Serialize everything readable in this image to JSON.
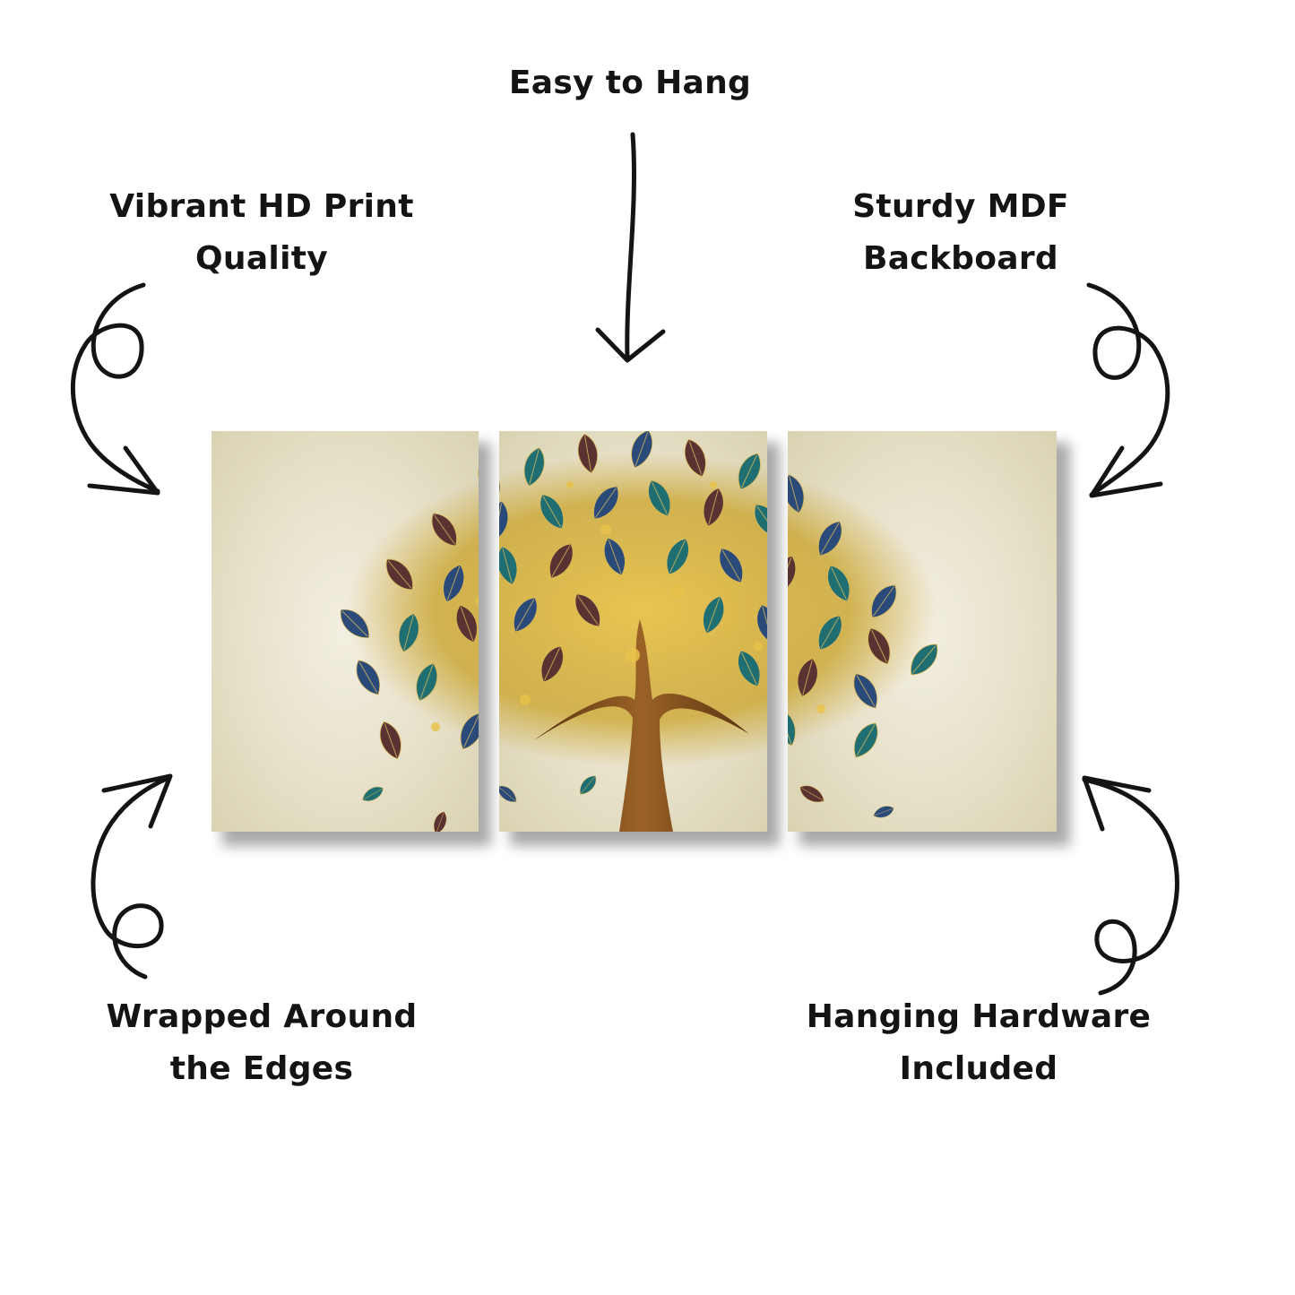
{
  "features": {
    "top": "Easy to Hang",
    "top_left": "Vibrant HD Print\nQuality",
    "top_right": "Sturdy MDF\nBackboard",
    "bottom_left": "Wrapped Around\nthe Edges",
    "bottom_right": "Hanging Hardware\nIncluded"
  },
  "product": {
    "panel_count": 3,
    "artwork": "golden tree with blue, teal and brown leaves on cream background"
  },
  "colors": {
    "text": "#141414",
    "background": "#ffffff",
    "leaf_blue": "#2a4a7a",
    "leaf_teal": "#1f6e72",
    "leaf_brown": "#5a3232",
    "gold": "#c9a227",
    "trunk": "#7a4a1c"
  },
  "icons": [
    "down-arrow-icon",
    "curly-arrow-icon"
  ]
}
